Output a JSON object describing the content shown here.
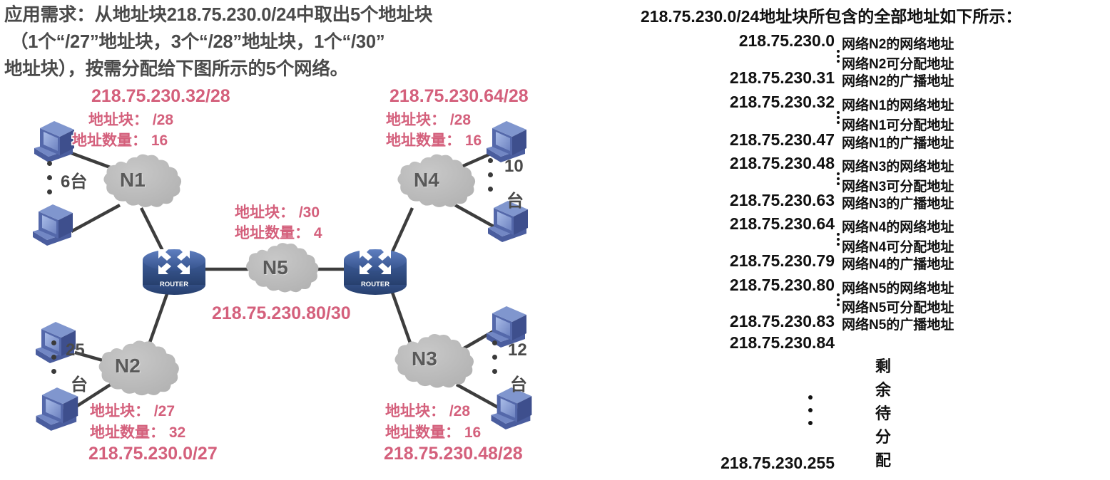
{
  "left": {
    "requirement": {
      "line1": "应用需求：从地址块218.75.230.0/24中取出5个地址块",
      "line2": "（1个“/27”地址块，3个“/28”地址块，1个“/30”",
      "line3": "地址块），按需分配给下图所示的5个网络。"
    },
    "networks": [
      {
        "id": "n1",
        "label": "N1",
        "ip_block": "218.75.230.32/28",
        "prefix_line": "地址块： /28",
        "count_line": "地址数量： 16",
        "hosts": "6台"
      },
      {
        "id": "n4",
        "label": "N4",
        "ip_block": "218.75.230.64/28",
        "prefix_line": "地址块： /28",
        "count_line": "地址数量： 16",
        "hosts_num": "10",
        "hosts_unit": "台"
      },
      {
        "id": "n5",
        "label": "N5",
        "ip_block": "218.75.230.80/30",
        "prefix_line": "地址块： /30",
        "count_line": "地址数量： 4"
      },
      {
        "id": "n2",
        "label": "N2",
        "ip_block": "218.75.230.0/27",
        "prefix_line": "地址块： /27",
        "count_line": "地址数量： 32",
        "hosts_num": "25",
        "hosts_unit": "台"
      },
      {
        "id": "n3",
        "label": "N3",
        "ip_block": "218.75.230.48/28",
        "prefix_line": "地址块： /28",
        "count_line": "地址数量： 16",
        "hosts_num": "12",
        "hosts_unit": "台"
      }
    ],
    "router_label": "ROUTER"
  },
  "right": {
    "title": "218.75.230.0/24地址块所包含的全部地址如下所示：",
    "rows": [
      {
        "ip": "218.75.230.0",
        "desc": "网络N2的网络地址"
      },
      {
        "ip": "",
        "dots": true,
        "desc": "网络N2可分配地址"
      },
      {
        "ip": "218.75.230.31",
        "desc": "网络N2的广播地址"
      },
      {
        "ip": "218.75.230.32",
        "desc": "网络N1的网络地址"
      },
      {
        "ip": "",
        "dots": true,
        "desc": "网络N1可分配地址"
      },
      {
        "ip": "218.75.230.47",
        "desc": "网络N1的广播地址"
      },
      {
        "ip": "218.75.230.48",
        "desc": "网络N3的网络地址"
      },
      {
        "ip": "",
        "dots": true,
        "desc": "网络N3可分配地址"
      },
      {
        "ip": "218.75.230.63",
        "desc": "网络N3的广播地址"
      },
      {
        "ip": "218.75.230.64",
        "desc": "网络N4的网络地址"
      },
      {
        "ip": "",
        "dots": true,
        "desc": "网络N4可分配地址"
      },
      {
        "ip": "218.75.230.79",
        "desc": "网络N4的广播地址"
      },
      {
        "ip": "218.75.230.80",
        "desc": "网络N5的网络地址"
      },
      {
        "ip": "",
        "dots": true,
        "desc": "网络N5可分配地址"
      },
      {
        "ip": "218.75.230.83",
        "desc": "网络N5的广播地址"
      },
      {
        "ip": "218.75.230.84",
        "desc": ""
      },
      {
        "ip": "218.75.230.255",
        "desc": ""
      }
    ],
    "remaining_vertical": "剩余待分配"
  },
  "colors": {
    "pink_annotation": "#d4607c",
    "cloud_gray": "#b9b9b9",
    "router_blue": "#3c5a96",
    "host_blue": "#5b6fb5",
    "text_dark": "#4a4a4a"
  }
}
